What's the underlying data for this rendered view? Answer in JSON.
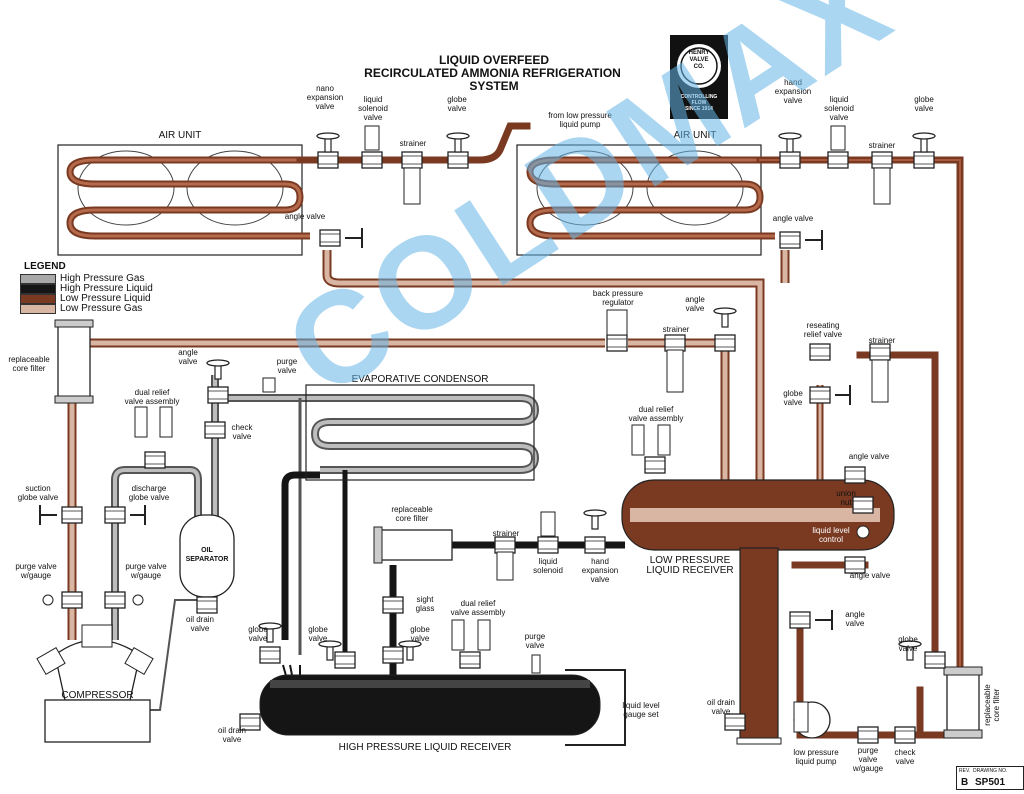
{
  "title": {
    "line1": "LIQUID OVERFEED",
    "line2": "RECIRCULATED AMMONIA REFRIGERATION",
    "line3": "SYSTEM"
  },
  "logo": {
    "top": "HENRY\nVALVE\nCO.",
    "bottom": "CONTROLLING\nFLOW\nSINCE 1914"
  },
  "legend": {
    "title": "LEGEND",
    "items": [
      {
        "label": "High Pressure Gas",
        "color": "#a9a9a9"
      },
      {
        "label": "High Pressure Liquid",
        "color": "#151515"
      },
      {
        "label": "Low Pressure Liquid",
        "color": "#7a3a22"
      },
      {
        "label": "Low Pressure Gas",
        "color": "#d9b5a3"
      }
    ]
  },
  "colors": {
    "high_pressure_gas": "#a9a9a9",
    "high_pressure_liquid": "#151515",
    "low_pressure_liquid": "#7a3a22",
    "low_pressure_gas": "#d9b5a3",
    "watermark": "#64b4e6"
  },
  "labels": {
    "air_unit_left": "AIR UNIT",
    "air_unit_right": "AIR UNIT",
    "nano_expansion_valve": "nano\nexpansion\nvalve",
    "liquid_solenoid_valve_l": "liquid\nsolenoid\nvalve",
    "strainer_l": "strainer",
    "globe_valve_l": "globe\nvalve",
    "from_pump": "from low pressure\nliquid pump",
    "angle_valve_l": "angle valve",
    "hand_expansion_valve_r": "hand\nexpansion\nvalve",
    "liquid_solenoid_valve_r": "liquid\nsolenoid\nvalve",
    "strainer_r": "strainer",
    "globe_valve_r": "globe\nvalve",
    "angle_valve_r": "angle valve",
    "back_pressure_regulator": "back pressure\nregulator",
    "angle_valve_bpr": "angle\nvalve",
    "strainer_bpr": "strainer",
    "reseating_relief_valve": "reseating\nrelief valve",
    "strainer_relief": "strainer",
    "globe_valve_relief": "globe\nvalve",
    "replaceable_core_filter_l": "replaceable\ncore filter",
    "angle_valve_cond": "angle\nvalve",
    "purge_valve_cond": "purge\nvalve",
    "evaporative_condensor": "EVAPORATIVE CONDENSOR",
    "dual_relief_valve_assembly_l": "dual relief\nvalve assembly",
    "check_valve_cond": "check\nvalve",
    "suction_globe_valve": "suction\nglobe valve",
    "discharge_globe_valve": "discharge\nglobe valve",
    "oil_separator": "OIL\nSEPARATOR",
    "purge_valve_gauge_l": "purge valve\nw/gauge",
    "purge_valve_gauge_m": "purge valve\nw/gauge",
    "oil_drain_valve_sep": "oil drain\nvalve",
    "compressor": "COMPRESSOR",
    "dual_relief_valve_assembly_lpr": "dual relief\nvalve assembly",
    "angle_valve_lpr": "angle valve",
    "union_nut": "union\nnut",
    "liquid_level_control": "liquid level\ncontrol",
    "angle_valve_lpr_bottom": "angle valve",
    "low_pressure_liquid_receiver": "LOW PRESSURE\nLIQUID RECEIVER",
    "replaceable_core_filter_m": "replaceable\ncore filter",
    "strainer_m": "strainer",
    "liquid_solenoid_m": "liquid\nsolenoid",
    "hand_expansion_valve_m": "hand\nexpansion\nvalve",
    "sight_glass": "sight\nglass",
    "dual_relief_valve_assembly_hpr": "dual relief\nvalve assembly",
    "globe_valve_hpr1": "globe\nvalve",
    "globe_valve_hpr2": "globe\nvalve",
    "globe_valve_hpr3": "globe\nvalve",
    "purge_valve_hpr": "purge\nvalve",
    "liquid_level_gauge_set": "liquid level\ngauge set",
    "oil_drain_valve_hpr": "oil drain\nvalve",
    "high_pressure_liquid_receiver": "HIGH PRESSURE LIQUID RECEIVER",
    "angle_valve_pump": "angle\nvalve",
    "globe_valve_pump": "globe\nvalve",
    "oil_drain_valve_lpr": "oil drain\nvalve",
    "low_pressure_liquid_pump": "low pressure\nliquid pump",
    "purge_valve_pump": "purge\nvalve\nw/gauge",
    "check_valve_pump": "check\nvalve",
    "replaceable_core_filter_r": "replaceable\ncore filter"
  },
  "revision": {
    "rev_label": "REV.",
    "rev_value": "B",
    "drawing_label": "DRAWING NO.",
    "drawing_value": "SP501"
  },
  "watermark": "COLDMAX"
}
